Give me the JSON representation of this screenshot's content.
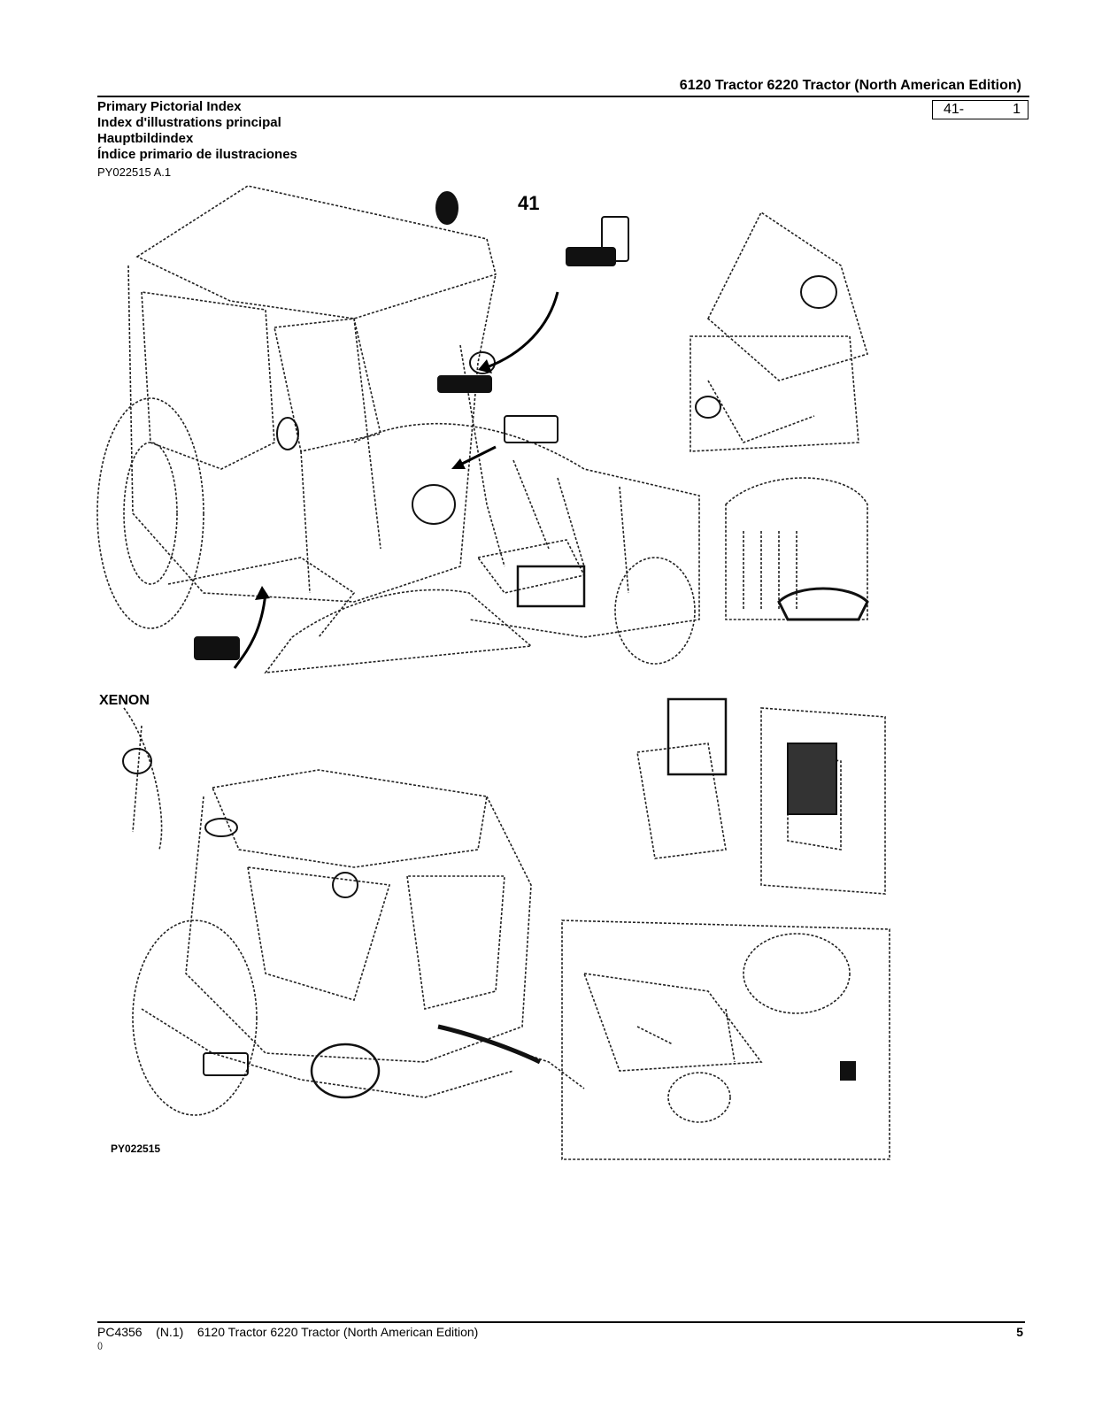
{
  "header": {
    "title": "6120 Tractor 6220 Tractor (North American Edition)",
    "page_section": "41-",
    "page_number": "1"
  },
  "titles": {
    "en": "Primary Pictorial Index",
    "fr": "Index d'illustrations principal",
    "de": "Hauptbildindex",
    "es": "Índice primario de ilustraciones"
  },
  "reference_id": "PY022515 A.1",
  "figure": {
    "group_label": "41",
    "xenon_label": "XENON",
    "drawing_id": "PY022515"
  },
  "footer": {
    "doc_code": "PC4356",
    "revision": "(N.1)",
    "title": "6120 Tractor 6220 Tractor (North American Edition)",
    "page": "5",
    "small_note": "()"
  }
}
